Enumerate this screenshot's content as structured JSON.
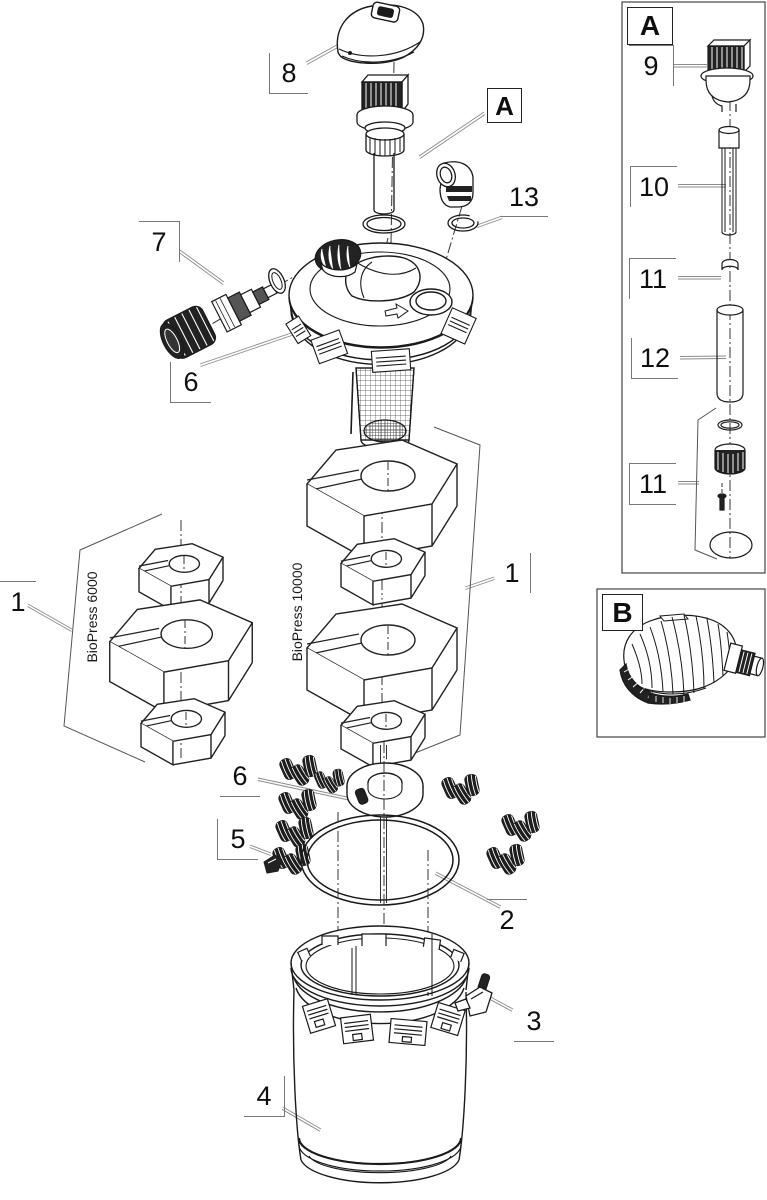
{
  "main_view": {
    "callouts": {
      "part8": "8",
      "detail_a": "A",
      "part13": "13",
      "part7": "7",
      "part6_lid": "6",
      "part1_left": "1",
      "part1_right": "1",
      "part6_ring": "6",
      "part5": "5",
      "part2": "2",
      "part3": "3",
      "part4": "4"
    },
    "model_labels": {
      "left": "BioPress 6000",
      "right": "BioPress 10000"
    }
  },
  "inset_a": {
    "title": "A",
    "callouts": {
      "part9": "9",
      "part10": "10",
      "part11_upper": "11",
      "part12": "12",
      "part11_lower": "11"
    }
  },
  "inset_b": {
    "title": "B"
  },
  "colors": {
    "line": "#1a1a1a",
    "dark_fill": "#222222",
    "background": "#ffffff"
  }
}
